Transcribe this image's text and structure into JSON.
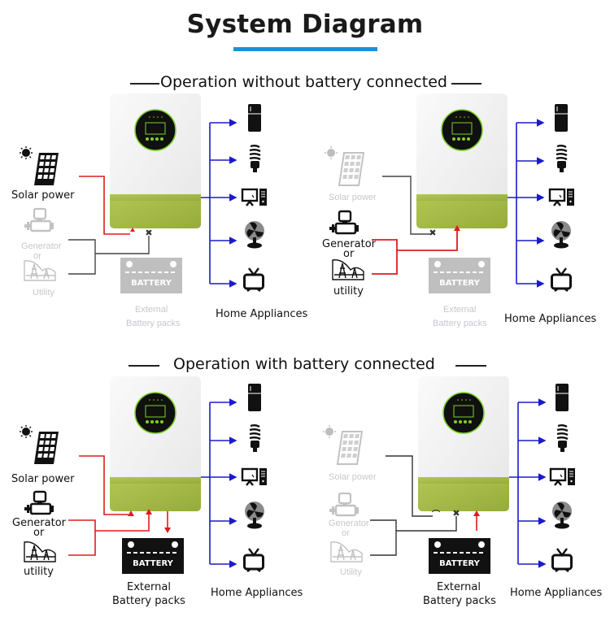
{
  "header": {
    "title": "System Diagram",
    "accent_color": "#1e8fd6"
  },
  "sections": [
    {
      "title": "Operation without battery connected"
    },
    {
      "title": "Operation with battery connected"
    }
  ],
  "colors": {
    "active_flow": "#e01b1b",
    "inactive_flow": "#333333",
    "output_flow": "#1a1acc",
    "inverter_body": "#f1f1f1",
    "inverter_band": "#a3ba42",
    "dim": "#c8c8c8"
  },
  "panels": [
    {
      "id": "no-battery-solar",
      "sources": [
        {
          "label": "Solar power",
          "state": "active"
        },
        {
          "label": "Generator",
          "state": "inactive"
        },
        {
          "label": "or",
          "state": "inactive"
        },
        {
          "label": "Utility",
          "state": "inactive"
        }
      ],
      "battery": {
        "label_line1": "External",
        "label_line2": "Battery packs",
        "state": "inactive",
        "badge": "BATTERY"
      },
      "appliances_label": "Home Appliances",
      "appliances": [
        "refrigerator",
        "cfl-bulb",
        "computer",
        "fan",
        "tv"
      ]
    },
    {
      "id": "no-battery-grid",
      "sources": [
        {
          "label": "Solar power",
          "state": "inactive"
        },
        {
          "label": "Generator",
          "state": "active"
        },
        {
          "label": "or",
          "state": "active"
        },
        {
          "label": "utility",
          "state": "active"
        }
      ],
      "battery": {
        "label_line1": "External",
        "label_line2": "Battery packs",
        "state": "inactive",
        "badge": "BATTERY"
      },
      "appliances_label": "Home Appliances",
      "appliances": [
        "refrigerator",
        "cfl-bulb",
        "computer",
        "fan",
        "tv"
      ]
    },
    {
      "id": "battery-charging",
      "sources": [
        {
          "label": "Solar power",
          "state": "active"
        },
        {
          "label": "Generator",
          "state": "active"
        },
        {
          "label": "or",
          "state": "active"
        },
        {
          "label": "utility",
          "state": "active"
        }
      ],
      "battery": {
        "label_line1": "External",
        "label_line2": "Battery packs",
        "state": "active",
        "badge": "BATTERY"
      },
      "appliances_label": "Home Appliances",
      "appliances": [
        "refrigerator",
        "cfl-bulb",
        "computer",
        "fan",
        "tv"
      ]
    },
    {
      "id": "battery-discharging",
      "sources": [
        {
          "label": "Solar power",
          "state": "inactive"
        },
        {
          "label": "Generator",
          "state": "inactive"
        },
        {
          "label": "or",
          "state": "inactive"
        },
        {
          "label": "Utility",
          "state": "inactive"
        }
      ],
      "battery": {
        "label_line1": "External",
        "label_line2": "Battery packs",
        "state": "active",
        "badge": "BATTERY"
      },
      "appliances_label": "Home Appliances",
      "appliances": [
        "refrigerator",
        "cfl-bulb",
        "computer",
        "fan",
        "tv"
      ]
    }
  ]
}
